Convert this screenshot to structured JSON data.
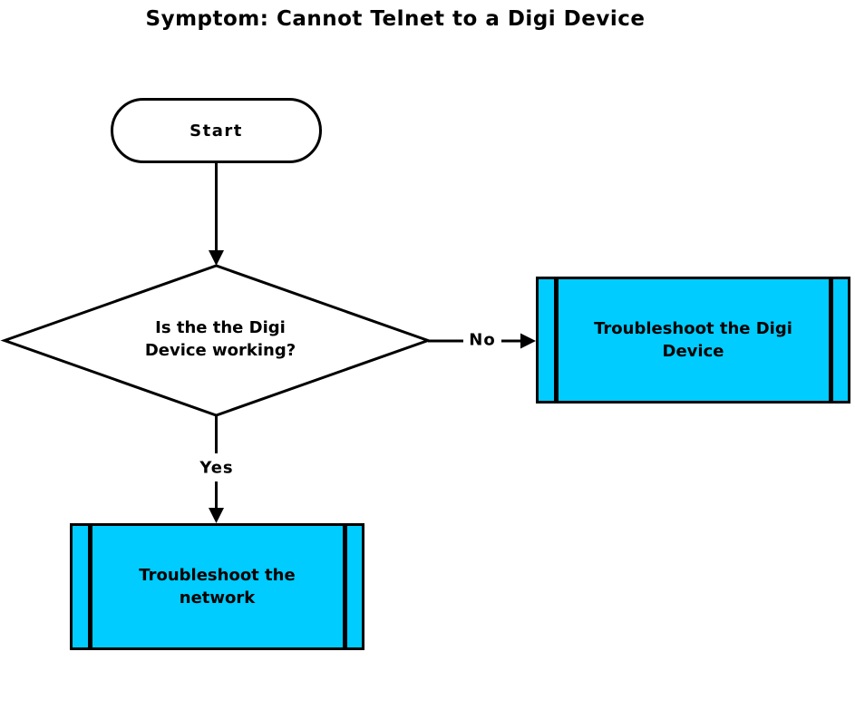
{
  "title": "Symptom: Cannot Telnet to a Digi Device",
  "colors": {
    "background": "#FFFFFF",
    "line": "#000000",
    "text": "#000000",
    "process_fill": "#00CCFF",
    "terminator_fill": "#FFFFFF"
  },
  "nodes": {
    "start": {
      "label": "Start"
    },
    "decision": {
      "lines": [
        "Is the the Digi",
        "Device working?"
      ]
    },
    "troubleshoot_device": {
      "lines": [
        "Troubleshoot the Digi",
        "Device"
      ]
    },
    "troubleshoot_network": {
      "lines": [
        "Troubleshoot the",
        "network"
      ]
    }
  },
  "edges": {
    "decision_no": {
      "label": "No"
    },
    "decision_yes": {
      "label": "Yes"
    }
  }
}
